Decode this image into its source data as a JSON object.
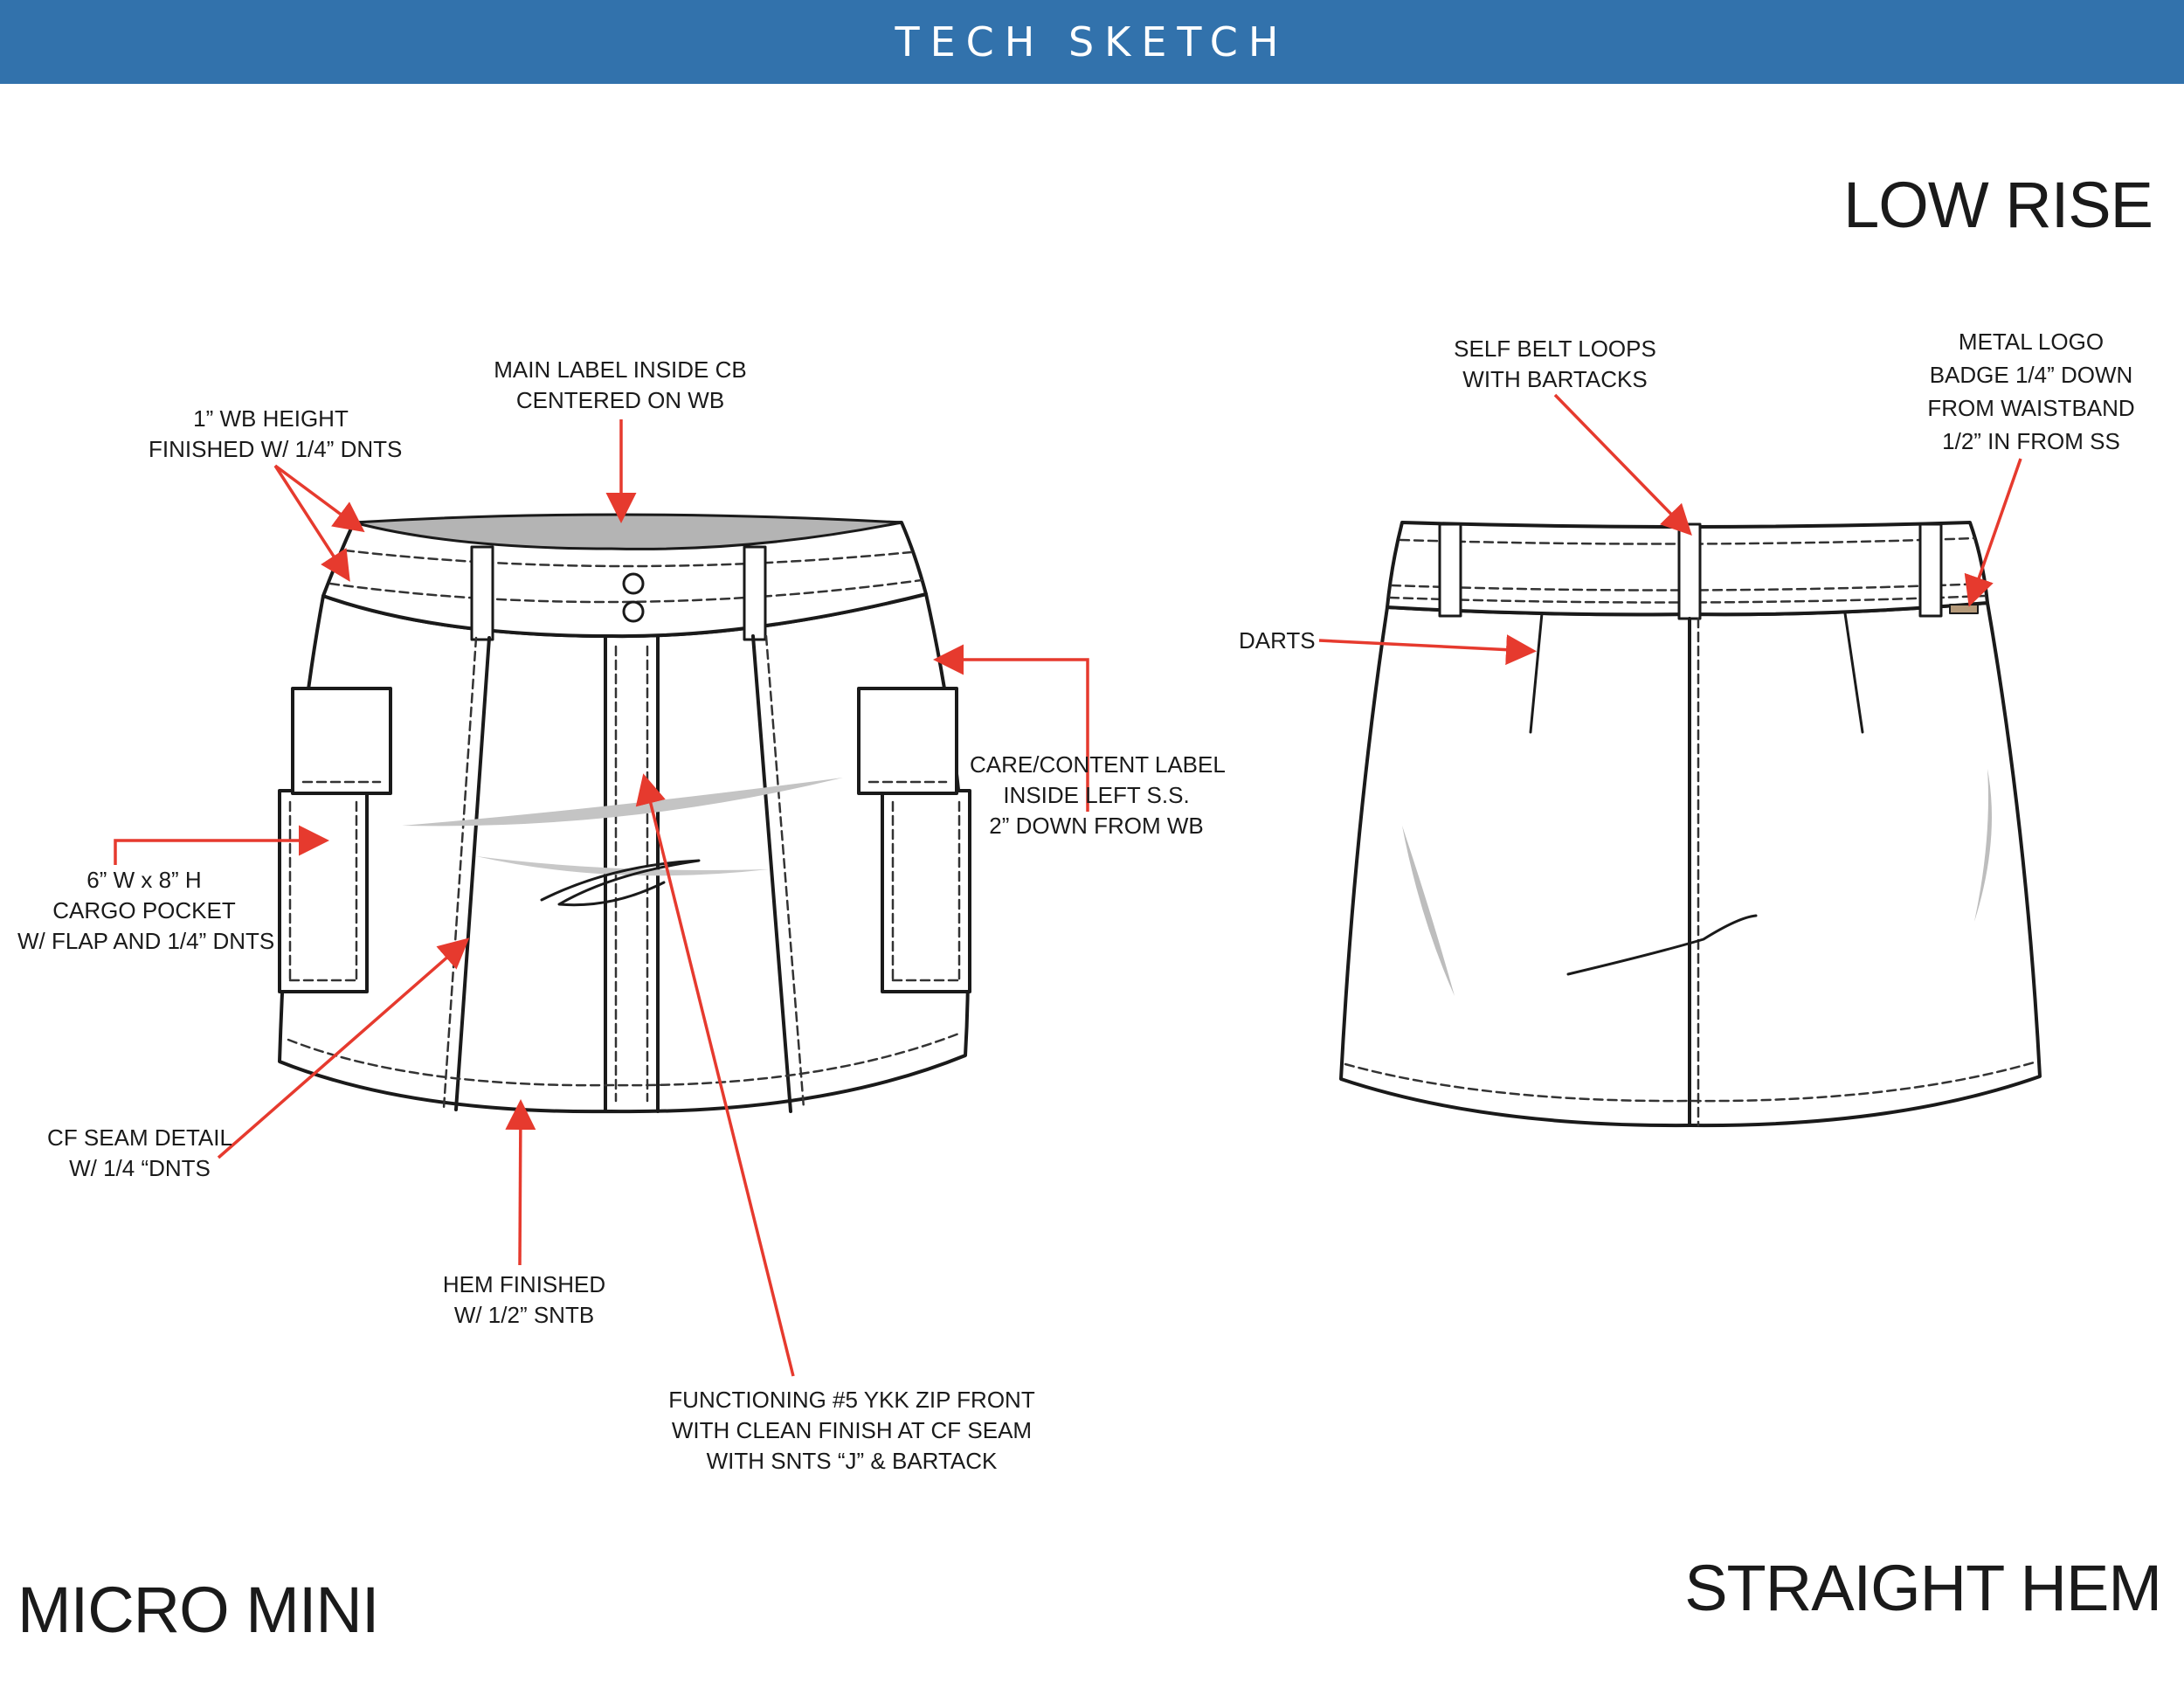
{
  "header": {
    "title": "TECH SKETCH"
  },
  "colors": {
    "header_bar": "#3272ac",
    "callout_arrow": "#e63a2e",
    "outline": "#1a1a1a",
    "stitch": "#333333",
    "shading": "#9a9a9a"
  },
  "labels": {
    "rise": "LOW RISE",
    "length": "MICRO MINI",
    "hem": "STRAIGHT HEM"
  },
  "callouts": {
    "wb_height": [
      "1” WB HEIGHT",
      "FINISHED W/ 1/4” DNTS"
    ],
    "main_label": [
      "MAIN LABEL INSIDE CB",
      "CENTERED ON WB"
    ],
    "cargo_pocket": [
      "6” W x 8” H",
      "CARGO POCKET",
      "W/ FLAP AND 1/4” DNTS"
    ],
    "care_label": [
      "CARE/CONTENT LABEL",
      "INSIDE LEFT S.S.",
      "2” DOWN FROM WB"
    ],
    "cf_seam": [
      "CF SEAM DETAIL",
      "W/ 1/4 “DNTS"
    ],
    "hem_finished": [
      "HEM FINISHED",
      "W/ 1/2” SNTB"
    ],
    "zip_front": [
      "FUNCTIONING #5 YKK ZIP FRONT",
      "WITH CLEAN FINISH AT CF SEAM",
      "WITH SNTS “J” & BARTACK"
    ],
    "belt_loops": [
      "SELF BELT LOOPS",
      "WITH BARTACKS"
    ],
    "logo_badge": [
      "METAL LOGO",
      "BADGE 1/4” DOWN",
      "FROM WAISTBAND",
      "1/2” IN FROM SS"
    ],
    "darts": [
      "DARTS"
    ]
  },
  "views": [
    "front-view",
    "back-view"
  ]
}
